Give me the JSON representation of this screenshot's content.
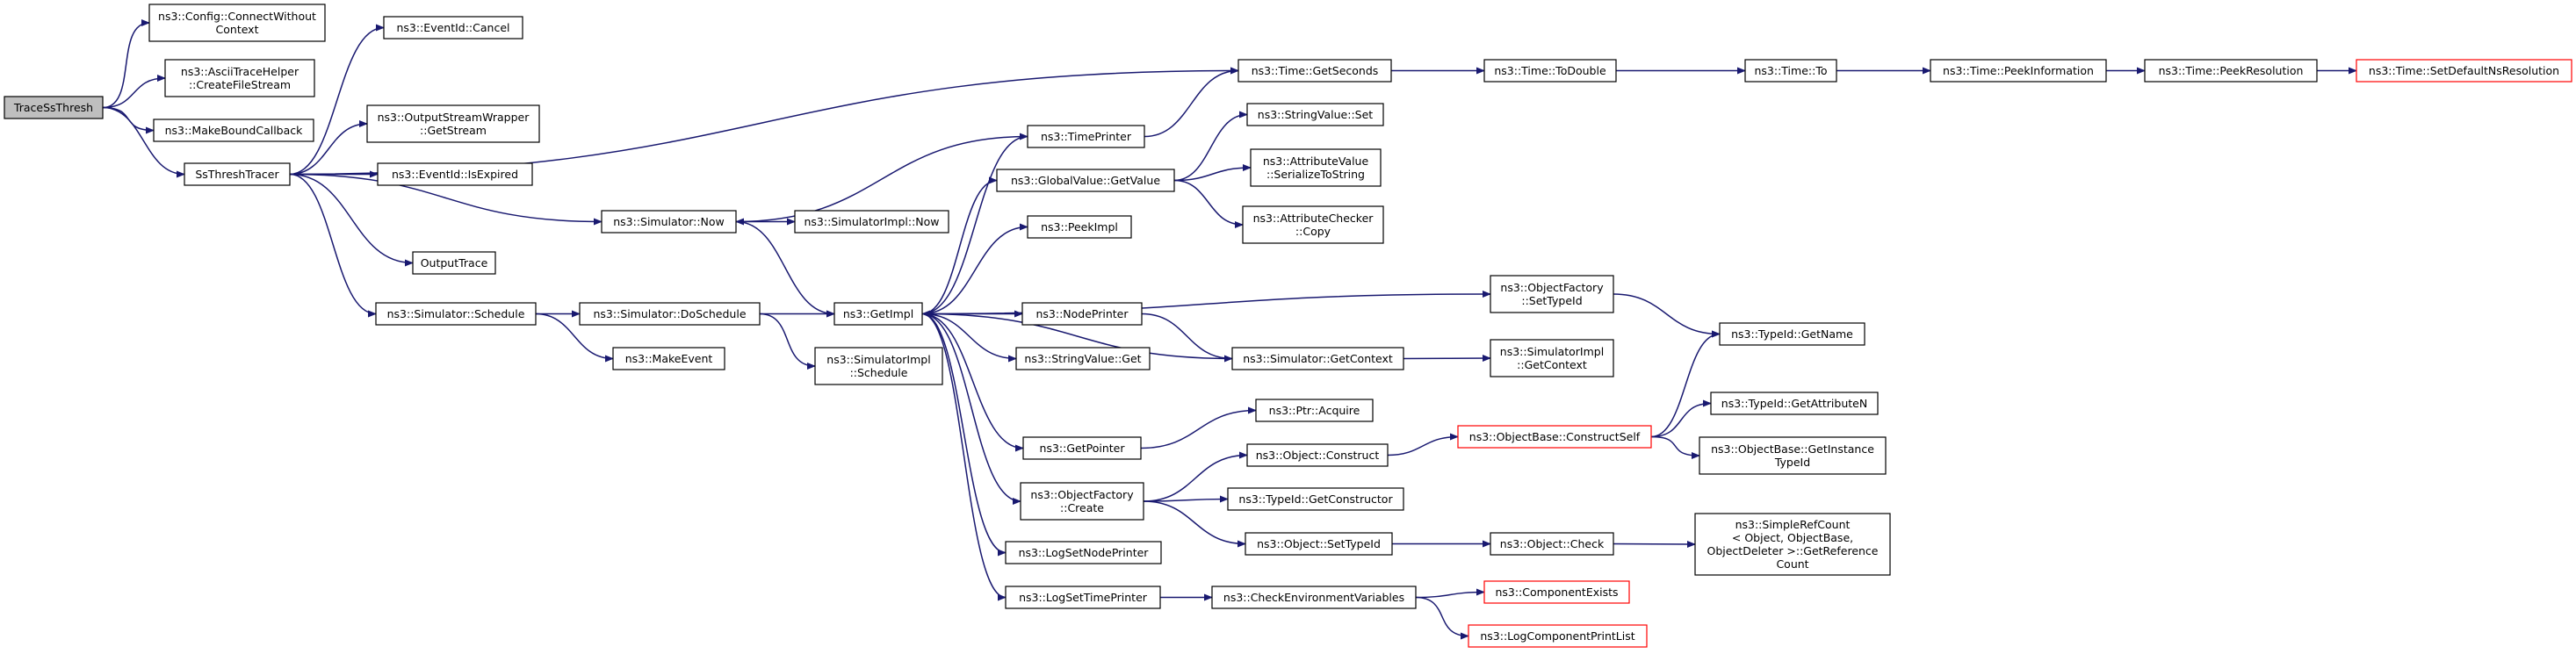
{
  "diagram": {
    "type": "call-graph",
    "colors": {
      "edge": "#191970",
      "node_border": "#000000",
      "truncated_border": "#ff0000",
      "root_fill": "#bfbfbf",
      "node_fill": "#ffffff"
    },
    "nodes": {
      "tracessthresh": [
        "TraceSsThresh"
      ],
      "connectwithoutcontext": [
        "ns3::Config::ConnectWithout",
        "Context"
      ],
      "asciitracehelper": [
        "ns3::AsciiTraceHelper",
        "::CreateFileStream"
      ],
      "makeboundcallback": [
        "ns3::MakeBoundCallback"
      ],
      "ssthreshtracer": [
        "SsThreshTracer"
      ],
      "eventid_cancel": [
        "ns3::EventId::Cancel"
      ],
      "outputstreamwrapper": [
        "ns3::OutputStreamWrapper",
        "::GetStream"
      ],
      "eventid_isexpired": [
        "ns3::EventId::IsExpired"
      ],
      "outputtrace": [
        "OutputTrace"
      ],
      "simulator_now": [
        "ns3::Simulator::Now"
      ],
      "simulatorimpl_now": [
        "ns3::SimulatorImpl::Now"
      ],
      "simulator_schedule": [
        "ns3::Simulator::Schedule"
      ],
      "simulator_doschedule": [
        "ns3::Simulator::DoSchedule"
      ],
      "makeevent": [
        "ns3::MakeEvent"
      ],
      "simulatorimpl_schedule": [
        "ns3::SimulatorImpl",
        "::Schedule"
      ],
      "getimpl": [
        "ns3::GetImpl"
      ],
      "timeprinter": [
        "ns3::TimePrinter"
      ],
      "globalvalue_getvalue": [
        "ns3::GlobalValue::GetValue"
      ],
      "peekimpl": [
        "ns3::PeekImpl"
      ],
      "nodeprinter": [
        "ns3::NodePrinter"
      ],
      "stringvalue_get": [
        "ns3::StringValue::Get"
      ],
      "getpointer": [
        "ns3::GetPointer"
      ],
      "objectfactory_create": [
        "ns3::ObjectFactory",
        "::Create"
      ],
      "logsetnodeprinter": [
        "ns3::LogSetNodePrinter"
      ],
      "logsettimeprinter": [
        "ns3::LogSetTimePrinter"
      ],
      "time_getseconds": [
        "ns3::Time::GetSeconds"
      ],
      "time_todouble": [
        "ns3::Time::ToDouble"
      ],
      "time_to": [
        "ns3::Time::To"
      ],
      "time_peekinformation": [
        "ns3::Time::PeekInformation"
      ],
      "time_peekresolution": [
        "ns3::Time::PeekResolution"
      ],
      "time_setdefaultnsresolution": [
        "ns3::Time::SetDefaultNsResolution"
      ],
      "stringvalue_set": [
        "ns3::StringValue::Set"
      ],
      "attributevalue": [
        "ns3::AttributeValue",
        "::SerializeToString"
      ],
      "attributechecker": [
        "ns3::AttributeChecker",
        "::Copy"
      ],
      "objectfactory_settypeid": [
        "ns3::ObjectFactory",
        "::SetTypeId"
      ],
      "simulator_getcontext": [
        "ns3::Simulator::GetContext"
      ],
      "simulatorimpl_getcontext": [
        "ns3::SimulatorImpl",
        "::GetContext"
      ],
      "typeid_getname": [
        "ns3::TypeId::GetName"
      ],
      "ptr_acquire": [
        "ns3::Ptr::Acquire"
      ],
      "object_construct": [
        "ns3::Object::Construct"
      ],
      "objectbase_constructself": [
        "ns3::ObjectBase::ConstructSelf"
      ],
      "typeid_getattributen": [
        "ns3::TypeId::GetAttributeN"
      ],
      "objectbase_getinstancetypeid": [
        "ns3::ObjectBase::GetInstance",
        "TypeId"
      ],
      "typeid_getconstructor": [
        "ns3::TypeId::GetConstructor"
      ],
      "object_settypeid": [
        "ns3::Object::SetTypeId"
      ],
      "object_check": [
        "ns3::Object::Check"
      ],
      "simplerefcount": [
        "ns3::SimpleRefCount",
        "< Object, ObjectBase,",
        "ObjectDeleter >::GetReference",
        "Count"
      ],
      "checkenvironmentvariables": [
        "ns3::CheckEnvironmentVariables"
      ],
      "componentexists": [
        "ns3::ComponentExists"
      ],
      "logcomponentprintlist": [
        "ns3::LogComponentPrintList"
      ]
    }
  }
}
